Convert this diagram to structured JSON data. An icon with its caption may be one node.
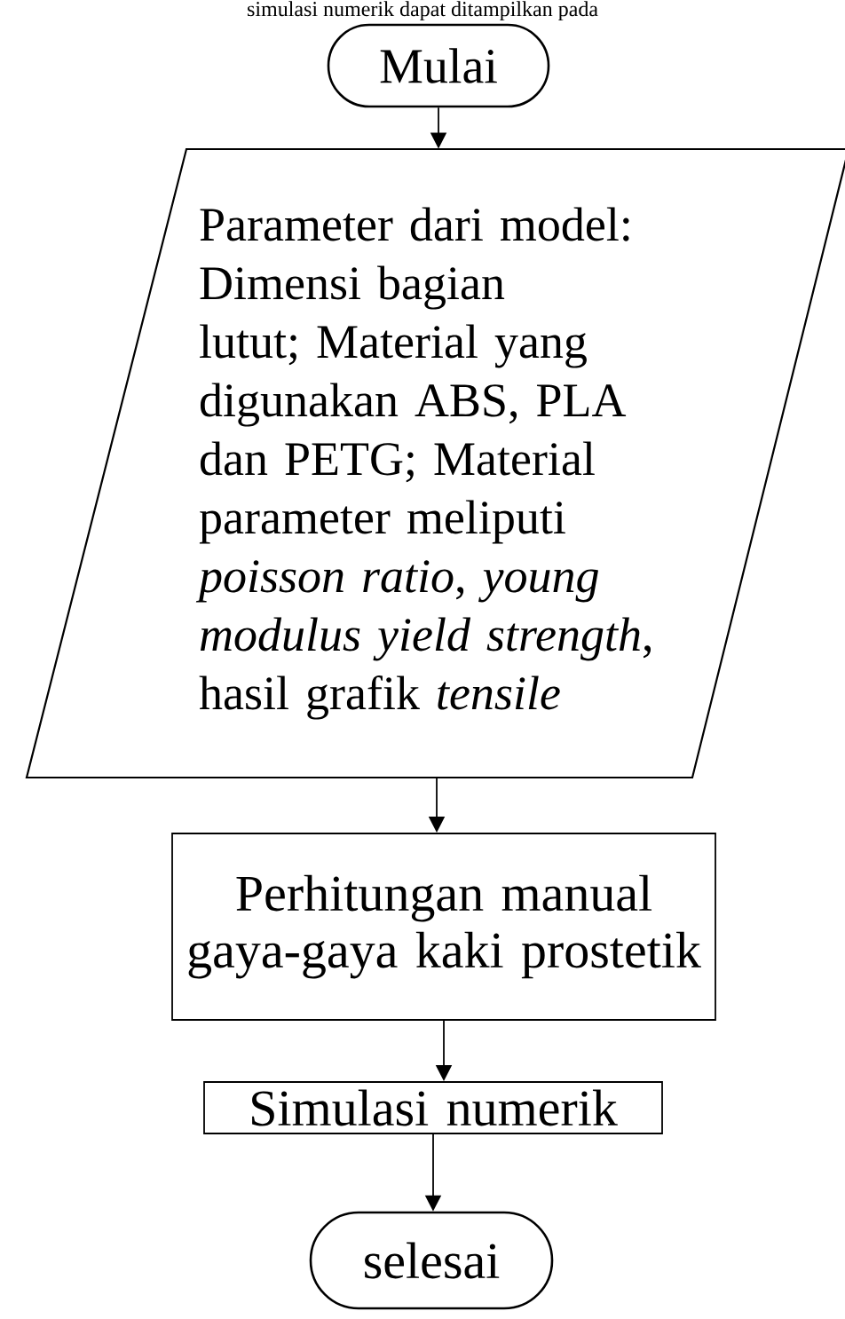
{
  "diagram": {
    "nodes": [
      {
        "text": [
          "Mulai"
        ]
      },
      {
        "text": [
          "Parameter dari model: Dimensi bagian lutut; Material yang digunakan ABS, PLA dan PETG; Material parameter meliputi *poisson ratio*, *young modulus yield strength*, hasil grafik *tensile*"
        ]
      },
      {
        "text": [
          "Perhitungan manual gaya-gaya kaki prostetik"
        ]
      },
      {
        "text": [
          "Simulasi numerik"
        ]
      },
      {
        "text": [
          "selesai"
        ]
      }
    ],
    "edges": [
      {
        "from": 0,
        "to": 1,
        "arrow": "to"
      },
      {
        "from": 1,
        "to": 2,
        "arrow": "to"
      },
      {
        "from": 2,
        "to": 3,
        "arrow": "to"
      },
      {
        "from": 3,
        "to": 4,
        "arrow": "to"
      }
    ],
    "labels": [
      "simulasi numerik dapat ditampilkan pada"
    ]
  }
}
